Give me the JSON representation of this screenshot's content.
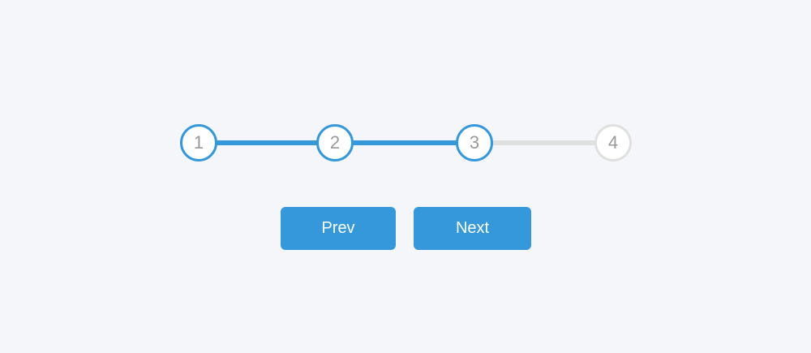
{
  "progress": {
    "steps": [
      {
        "label": "1",
        "active": true
      },
      {
        "label": "2",
        "active": true
      },
      {
        "label": "3",
        "active": true
      },
      {
        "label": "4",
        "active": false
      }
    ],
    "current_step": 3,
    "active_color": "#3498db",
    "inactive_color": "#e0e0e0"
  },
  "buttons": {
    "prev_label": "Prev",
    "next_label": "Next"
  }
}
